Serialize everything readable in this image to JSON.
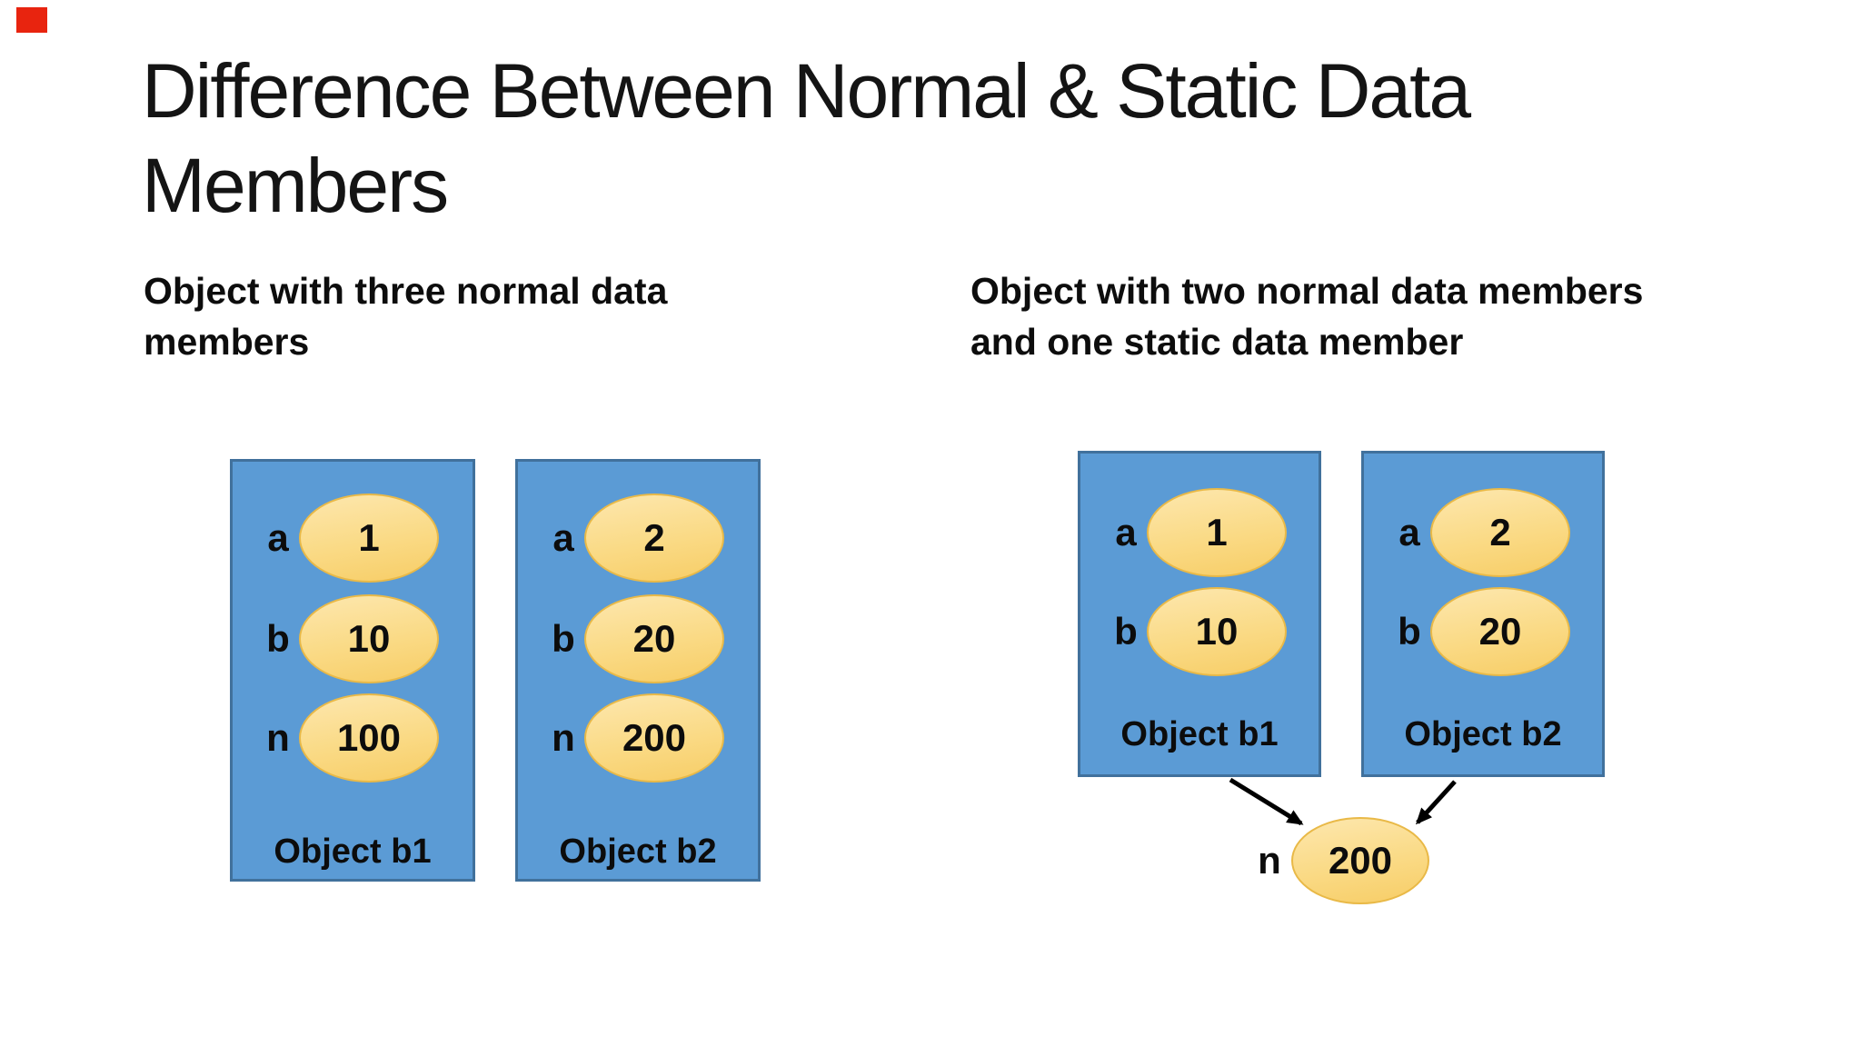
{
  "slide": {
    "title_line1": "Difference Between Normal & Static Data",
    "title_line2": "Members",
    "marker_color": "#e8240f",
    "colors": {
      "box_fill": "#5b9bd5",
      "box_border": "#41719c",
      "ellipse_fill_top": "#fde7ae",
      "ellipse_fill_bottom": "#f7cd66",
      "ellipse_border": "#e9b947",
      "arrow": "#000000",
      "text": "#111111",
      "background": "#ffffff"
    },
    "left_panel": {
      "heading_line1": "Object with three normal data",
      "heading_line2": "members",
      "boxes": [
        {
          "label": "Object b1",
          "members": [
            {
              "name": "a",
              "value": "1"
            },
            {
              "name": "b",
              "value": "10"
            },
            {
              "name": "n",
              "value": "100"
            }
          ]
        },
        {
          "label": "Object b2",
          "members": [
            {
              "name": "a",
              "value": "2"
            },
            {
              "name": "b",
              "value": "20"
            },
            {
              "name": "n",
              "value": "200"
            }
          ]
        }
      ]
    },
    "right_panel": {
      "heading_line1": "Object with two normal data members",
      "heading_line2": "and one static data member",
      "boxes": [
        {
          "label": "Object b1",
          "members": [
            {
              "name": "a",
              "value": "1"
            },
            {
              "name": "b",
              "value": "10"
            }
          ]
        },
        {
          "label": "Object b2",
          "members": [
            {
              "name": "a",
              "value": "2"
            },
            {
              "name": "b",
              "value": "20"
            }
          ]
        }
      ],
      "static_member": {
        "name": "n",
        "value": "200"
      }
    }
  }
}
